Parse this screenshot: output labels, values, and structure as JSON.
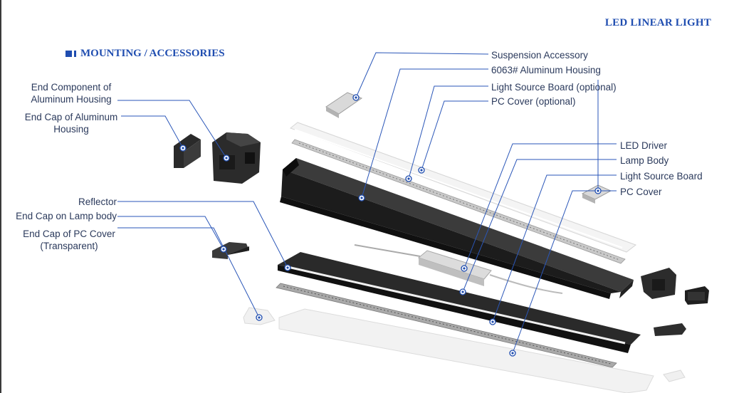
{
  "header": {
    "brand": "LED LINEAR LIGHT",
    "section_title": "MOUNTING / ACCESSORIES"
  },
  "colors": {
    "accent": "#1f4db0",
    "label_text": "#2b3a5c",
    "housing": "#1c1c1c"
  },
  "labels": {
    "end_component_1": "End Component of",
    "end_component_2": "Aluminum Housing",
    "end_cap_housing_1": "End Cap of Aluminum",
    "end_cap_housing_2": "Housing",
    "reflector": "Reflector",
    "end_cap_lamp": "End Cap on Lamp body",
    "end_cap_pc_1": "End Cap of PC Cover",
    "end_cap_pc_2": "(Transparent)",
    "suspension": "Suspension Accessory",
    "housing_6063": "6063# Aluminum Housing",
    "light_source_optional": "Light Source Board (optional)",
    "pc_cover_optional": "PC Cover (optional)",
    "led_driver": "LED Driver",
    "lamp_body": "Lamp Body",
    "light_source": "Light Source Board",
    "pc_cover": "PC Cover"
  }
}
